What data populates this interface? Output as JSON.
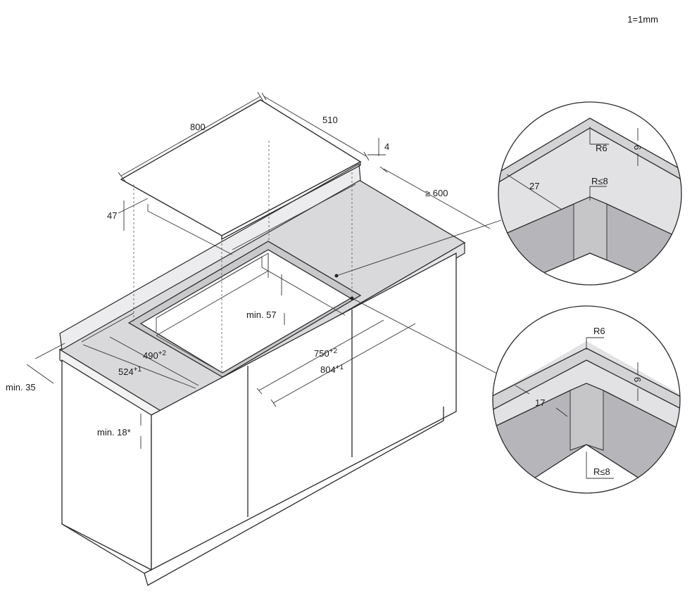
{
  "scale_note": "1=1mm",
  "dimensions": {
    "hob_width": "800",
    "hob_depth": "510",
    "hob_glass_thickness": "4",
    "hob_height": "47",
    "worktop_depth": "≥ 600",
    "cutout_depth_base": "490",
    "cutout_depth_tol": "+2",
    "recess_depth_base": "524",
    "recess_depth_tol": "+1",
    "cutout_width_base": "750",
    "cutout_width_tol": "+2",
    "recess_width_base": "804",
    "recess_width_tol": "+1",
    "min_front_edge": "min. 35",
    "min_clearance_below": "min. 57",
    "min_worktop_thickness": "min. 18*"
  },
  "detail_top": {
    "outer_radius": "R6",
    "step_depth": "6",
    "offset": "27",
    "inner_radius": "R≤8"
  },
  "detail_bottom": {
    "outer_radius": "R6",
    "step_depth": "6",
    "offset": "17",
    "inner_radius": "R≤8"
  },
  "colors": {
    "line": "#2a2a2a",
    "worktop_fill": "#d9d9db",
    "recess_fill": "#b9b9bc",
    "detail_light": "#e2e2e4",
    "detail_dark": "#b6b6ba"
  }
}
